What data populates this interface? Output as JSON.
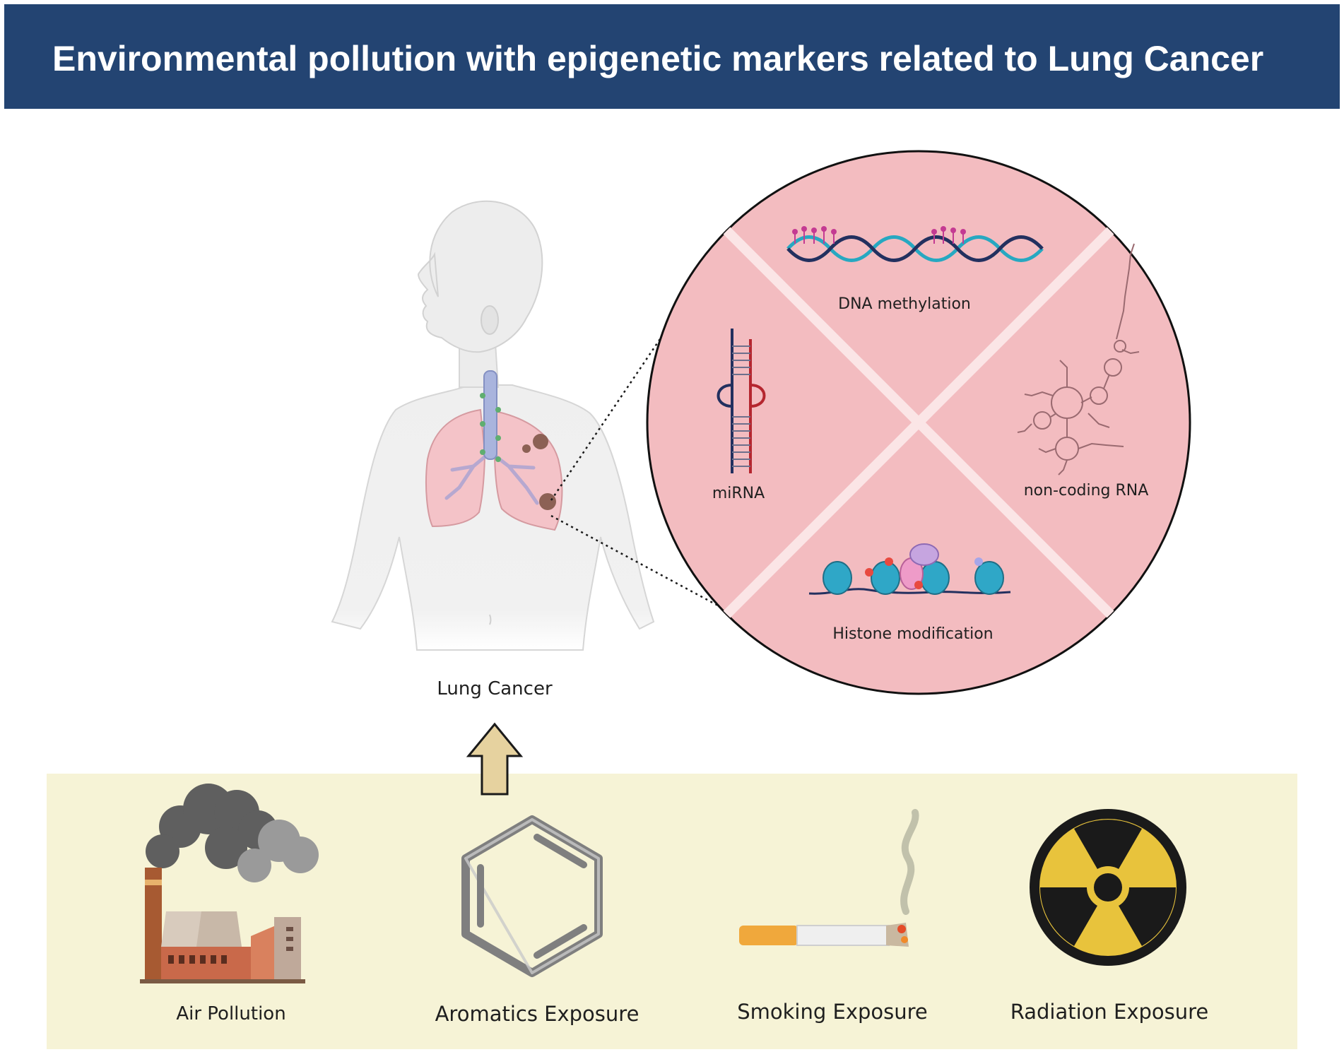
{
  "title": "Environmental pollution with epigenetic markers related to Lung Cancer",
  "outcome": {
    "label": "Lung Cancer"
  },
  "epigenetic_markers": [
    {
      "label": "DNA methylation"
    },
    {
      "label": "miRNA"
    },
    {
      "label": "non-coding RNA"
    },
    {
      "label": "Histone modification"
    }
  ],
  "exposures": [
    {
      "label": "Air Pollution",
      "icon": "factory-icon"
    },
    {
      "label": "Aromatics Exposure",
      "icon": "benzene-ring-icon"
    },
    {
      "label": "Smoking Exposure",
      "icon": "cigarette-icon"
    },
    {
      "label": "Radiation Exposure",
      "icon": "radiation-icon"
    }
  ],
  "colors": {
    "header": "#234472",
    "circle": "#f3bcc0",
    "exposure_panel": "#f6f3d6",
    "arrow": "#e6d29f",
    "radiation_yellow": "#e8c33c"
  }
}
